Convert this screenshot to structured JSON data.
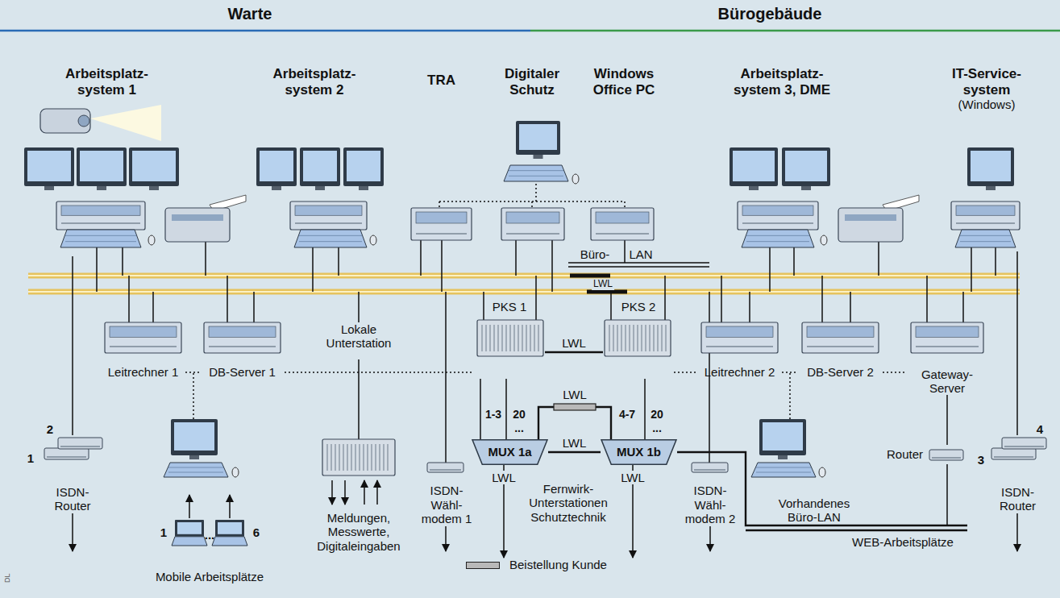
{
  "diagram": {
    "nodes": [
      {
        "text": [
          "Arbeitsplatz- system 1"
        ]
      },
      {
        "text": [
          "Arbeitsplatz- system 2"
        ]
      },
      {
        "text": [
          "TRA"
        ]
      },
      {
        "text": [
          "Digitaler Schutz"
        ]
      },
      {
        "text": [
          "Windows Office PC"
        ]
      },
      {
        "text": [
          "Arbeitsplatz- system 3, DME"
        ]
      },
      {
        "text": [
          "IT-Service- system",
          "(Windows)"
        ]
      },
      {
        "text": [
          "PKS 1"
        ]
      },
      {
        "text": [
          "PKS 2"
        ]
      },
      {
        "text": [
          "Leitrechner 1"
        ]
      },
      {
        "text": [
          "DB-Server 1"
        ]
      },
      {
        "text": [
          "Lokale Unterstation"
        ]
      },
      {
        "text": [
          "MUX 1a"
        ]
      },
      {
        "text": [
          "MUX 1b"
        ]
      },
      {
        "text": [
          "Leitrechner 2"
        ]
      },
      {
        "text": [
          "DB-Server 2"
        ]
      },
      {
        "text": [
          "Gateway- Server"
        ]
      },
      {
        "text": [
          "ISDN- Router"
        ]
      },
      {
        "text": [
          "ISDN- Wähl- modem 1"
        ]
      },
      {
        "text": [
          "ISDN- Wähl- modem 2"
        ]
      },
      {
        "text": [
          "Router"
        ]
      },
      {
        "text": [
          "ISDN- Router"
        ]
      },
      {
        "text": [
          "Mobile Arbeitsplätze"
        ]
      },
      {
        "text": [
          "Vorhandenes Büro-LAN"
        ]
      }
    ],
    "edges": [
      {
        "from": 0,
        "to": 17,
        "arrow": "none"
      },
      {
        "from": 9,
        "to": 10,
        "arrow": "none"
      },
      {
        "from": 10,
        "to": 7,
        "arrow": "none"
      },
      {
        "from": 7,
        "to": 8,
        "label": "LWL",
        "arrow": "none"
      },
      {
        "from": 8,
        "to": 14,
        "arrow": "none"
      },
      {
        "from": 14,
        "to": 15,
        "arrow": "none"
      },
      {
        "from": 15,
        "to": 16,
        "arrow": "none"
      },
      {
        "from": 7,
        "to": 12,
        "arrow": "none"
      },
      {
        "from": 8,
        "to": 13,
        "arrow": "none"
      },
      {
        "from": 12,
        "to": 13,
        "label": "LWL",
        "arrow": "none"
      },
      {
        "from": 12,
        "to": 13,
        "label": "LWL",
        "arrow": "none"
      },
      {
        "from": 16,
        "to": 20,
        "arrow": "none"
      },
      {
        "from": 6,
        "to": 21,
        "arrow": "none"
      }
    ],
    "labels": [
      "Warte",
      "Bürogebäude",
      "Büro-",
      "LAN",
      "LWL",
      "1-3",
      "20",
      "...",
      "4-7",
      "20",
      "...",
      "LWL",
      "LWL",
      "Fernwirk- Unterstationen Schutztechnik",
      "Meldungen, Messwerte, Digitaleingaben",
      "1",
      "2",
      "1",
      "...",
      "6",
      "3",
      "4",
      "WEB-Arbeitsplätze",
      "DL"
    ],
    "legend": [
      {
        "text": "Beistellung Kunde",
        "color": "#b9b9b9"
      }
    ]
  }
}
